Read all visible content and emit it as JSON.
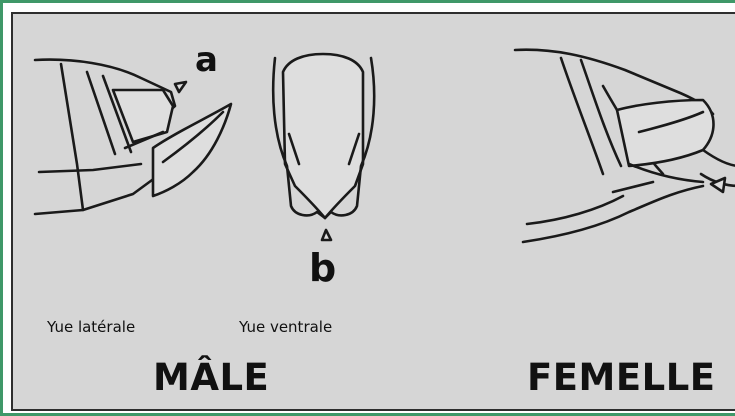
{
  "labels": {
    "a": "a",
    "b": "b",
    "view_lateral": "Yue latérale",
    "view_ventral": "Yue ventrale",
    "male": "MÂLE",
    "female": "FEMELLE"
  },
  "colors": {
    "frame_border": "#3f9868",
    "panel_background": "#d6d6d6",
    "line": "#1a1a1a"
  }
}
